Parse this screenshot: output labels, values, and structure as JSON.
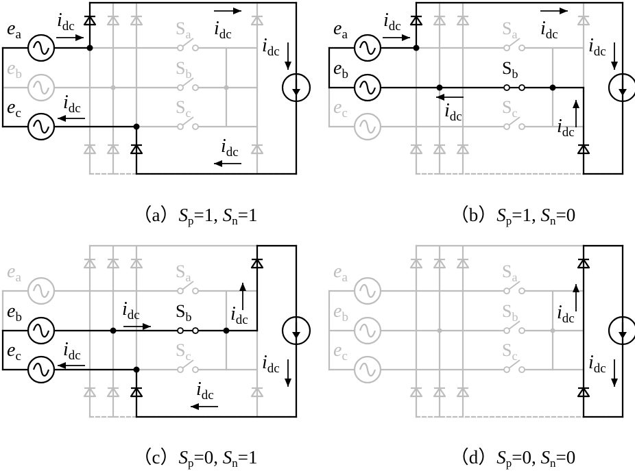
{
  "source_labels": {
    "a": {
      "letter": "e",
      "sub": "a"
    },
    "b": {
      "letter": "e",
      "sub": "b"
    },
    "c": {
      "letter": "e",
      "sub": "c"
    }
  },
  "switch_labels": {
    "a": {
      "letter": "S",
      "sub": "a"
    },
    "b": {
      "letter": "S",
      "sub": "b"
    },
    "c": {
      "letter": "S",
      "sub": "c"
    }
  },
  "current_label": {
    "letter": "i",
    "sub": "dc"
  },
  "panels": [
    {
      "id": "a",
      "caption": {
        "prefix": "（a）",
        "sp_sym": "S",
        "sp_sub": "p",
        "sp_val": "=1,",
        "sn_sym": "S",
        "sn_sub": "n",
        "sn_val": "=1"
      },
      "active_sources": [
        "a",
        "c"
      ],
      "active_switches": [],
      "active_upper": [
        "L"
      ],
      "active_lower": [
        "M"
      ]
    },
    {
      "id": "b",
      "caption": {
        "prefix": "（b）",
        "sp_sym": "S",
        "sp_sub": "p",
        "sp_val": "=1,",
        "sn_sym": "S",
        "sn_sub": "n",
        "sn_val": "=0"
      },
      "active_sources": [
        "a",
        "b"
      ],
      "active_switches": [
        "b"
      ],
      "active_upper": [
        "L"
      ],
      "active_lower": [
        "R"
      ]
    },
    {
      "id": "c",
      "caption": {
        "prefix": "（c）",
        "sp_sym": "S",
        "sp_sub": "p",
        "sp_val": "=0,",
        "sn_sym": "S",
        "sn_sub": "n",
        "sn_val": "=1"
      },
      "active_sources": [
        "b",
        "c"
      ],
      "active_switches": [
        "b"
      ],
      "active_upper": [
        "R"
      ],
      "active_lower": [
        "M"
      ]
    },
    {
      "id": "d",
      "caption": {
        "prefix": "（d）",
        "sp_sym": "S",
        "sp_sub": "p",
        "sp_val": "=0,",
        "sn_sym": "S",
        "sn_sub": "n",
        "sn_val": "=0"
      },
      "active_sources": [],
      "active_switches": [],
      "active_upper": [
        "R"
      ],
      "active_lower": [
        "R"
      ]
    }
  ],
  "colors": {
    "active": "#000000",
    "inactive": "#bdbdbd"
  }
}
